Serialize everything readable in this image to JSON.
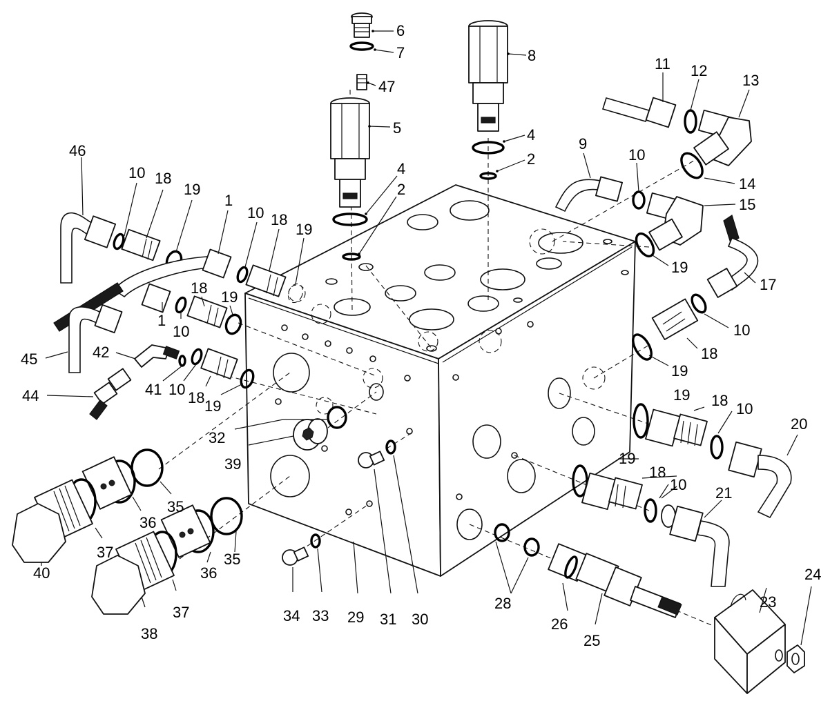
{
  "callouts": [
    {
      "id": "6",
      "text": "6"
    },
    {
      "id": "7",
      "text": "7"
    },
    {
      "id": "47",
      "text": "47"
    },
    {
      "id": "5",
      "text": "5"
    },
    {
      "id": "4a",
      "text": "4"
    },
    {
      "id": "2a",
      "text": "2"
    },
    {
      "id": "8",
      "text": "8"
    },
    {
      "id": "4b",
      "text": "4"
    },
    {
      "id": "2b",
      "text": "2"
    },
    {
      "id": "11",
      "text": "11"
    },
    {
      "id": "12",
      "text": "12"
    },
    {
      "id": "13",
      "text": "13"
    },
    {
      "id": "14",
      "text": "14"
    },
    {
      "id": "9",
      "text": "9"
    },
    {
      "id": "10a",
      "text": "10"
    },
    {
      "id": "15",
      "text": "15"
    },
    {
      "id": "19a",
      "text": "19"
    },
    {
      "id": "17",
      "text": "17"
    },
    {
      "id": "10b",
      "text": "10"
    },
    {
      "id": "18a",
      "text": "18"
    },
    {
      "id": "19b",
      "text": "19"
    },
    {
      "id": "46",
      "text": "46"
    },
    {
      "id": "10c",
      "text": "10"
    },
    {
      "id": "18b",
      "text": "18"
    },
    {
      "id": "19c",
      "text": "19"
    },
    {
      "id": "1a",
      "text": "1"
    },
    {
      "id": "10d",
      "text": "10"
    },
    {
      "id": "18c",
      "text": "18"
    },
    {
      "id": "19d",
      "text": "19"
    },
    {
      "id": "18d",
      "text": "18"
    },
    {
      "id": "19e",
      "text": "19"
    },
    {
      "id": "1b",
      "text": "1"
    },
    {
      "id": "10e",
      "text": "10"
    },
    {
      "id": "45",
      "text": "45"
    },
    {
      "id": "42",
      "text": "42"
    },
    {
      "id": "41",
      "text": "41"
    },
    {
      "id": "10f",
      "text": "10"
    },
    {
      "id": "18e",
      "text": "18"
    },
    {
      "id": "19f",
      "text": "19"
    },
    {
      "id": "44",
      "text": "44"
    },
    {
      "id": "32",
      "text": "32"
    },
    {
      "id": "39",
      "text": "39"
    },
    {
      "id": "35a",
      "text": "35"
    },
    {
      "id": "36a",
      "text": "36"
    },
    {
      "id": "37a",
      "text": "37"
    },
    {
      "id": "40",
      "text": "40"
    },
    {
      "id": "35b",
      "text": "35"
    },
    {
      "id": "36b",
      "text": "36"
    },
    {
      "id": "37b",
      "text": "37"
    },
    {
      "id": "38",
      "text": "38"
    },
    {
      "id": "31",
      "text": "31"
    },
    {
      "id": "30",
      "text": "30"
    },
    {
      "id": "34",
      "text": "34"
    },
    {
      "id": "33",
      "text": "33"
    },
    {
      "id": "29",
      "text": "29"
    },
    {
      "id": "19g",
      "text": "19"
    },
    {
      "id": "18f",
      "text": "18"
    },
    {
      "id": "10g",
      "text": "10"
    },
    {
      "id": "20",
      "text": "20"
    },
    {
      "id": "19h",
      "text": "19"
    },
    {
      "id": "18g",
      "text": "18"
    },
    {
      "id": "10h",
      "text": "10"
    },
    {
      "id": "21",
      "text": "21"
    },
    {
      "id": "28",
      "text": "28"
    },
    {
      "id": "26",
      "text": "26"
    },
    {
      "id": "25",
      "text": "25"
    },
    {
      "id": "23",
      "text": "23"
    },
    {
      "id": "24",
      "text": "24"
    }
  ]
}
